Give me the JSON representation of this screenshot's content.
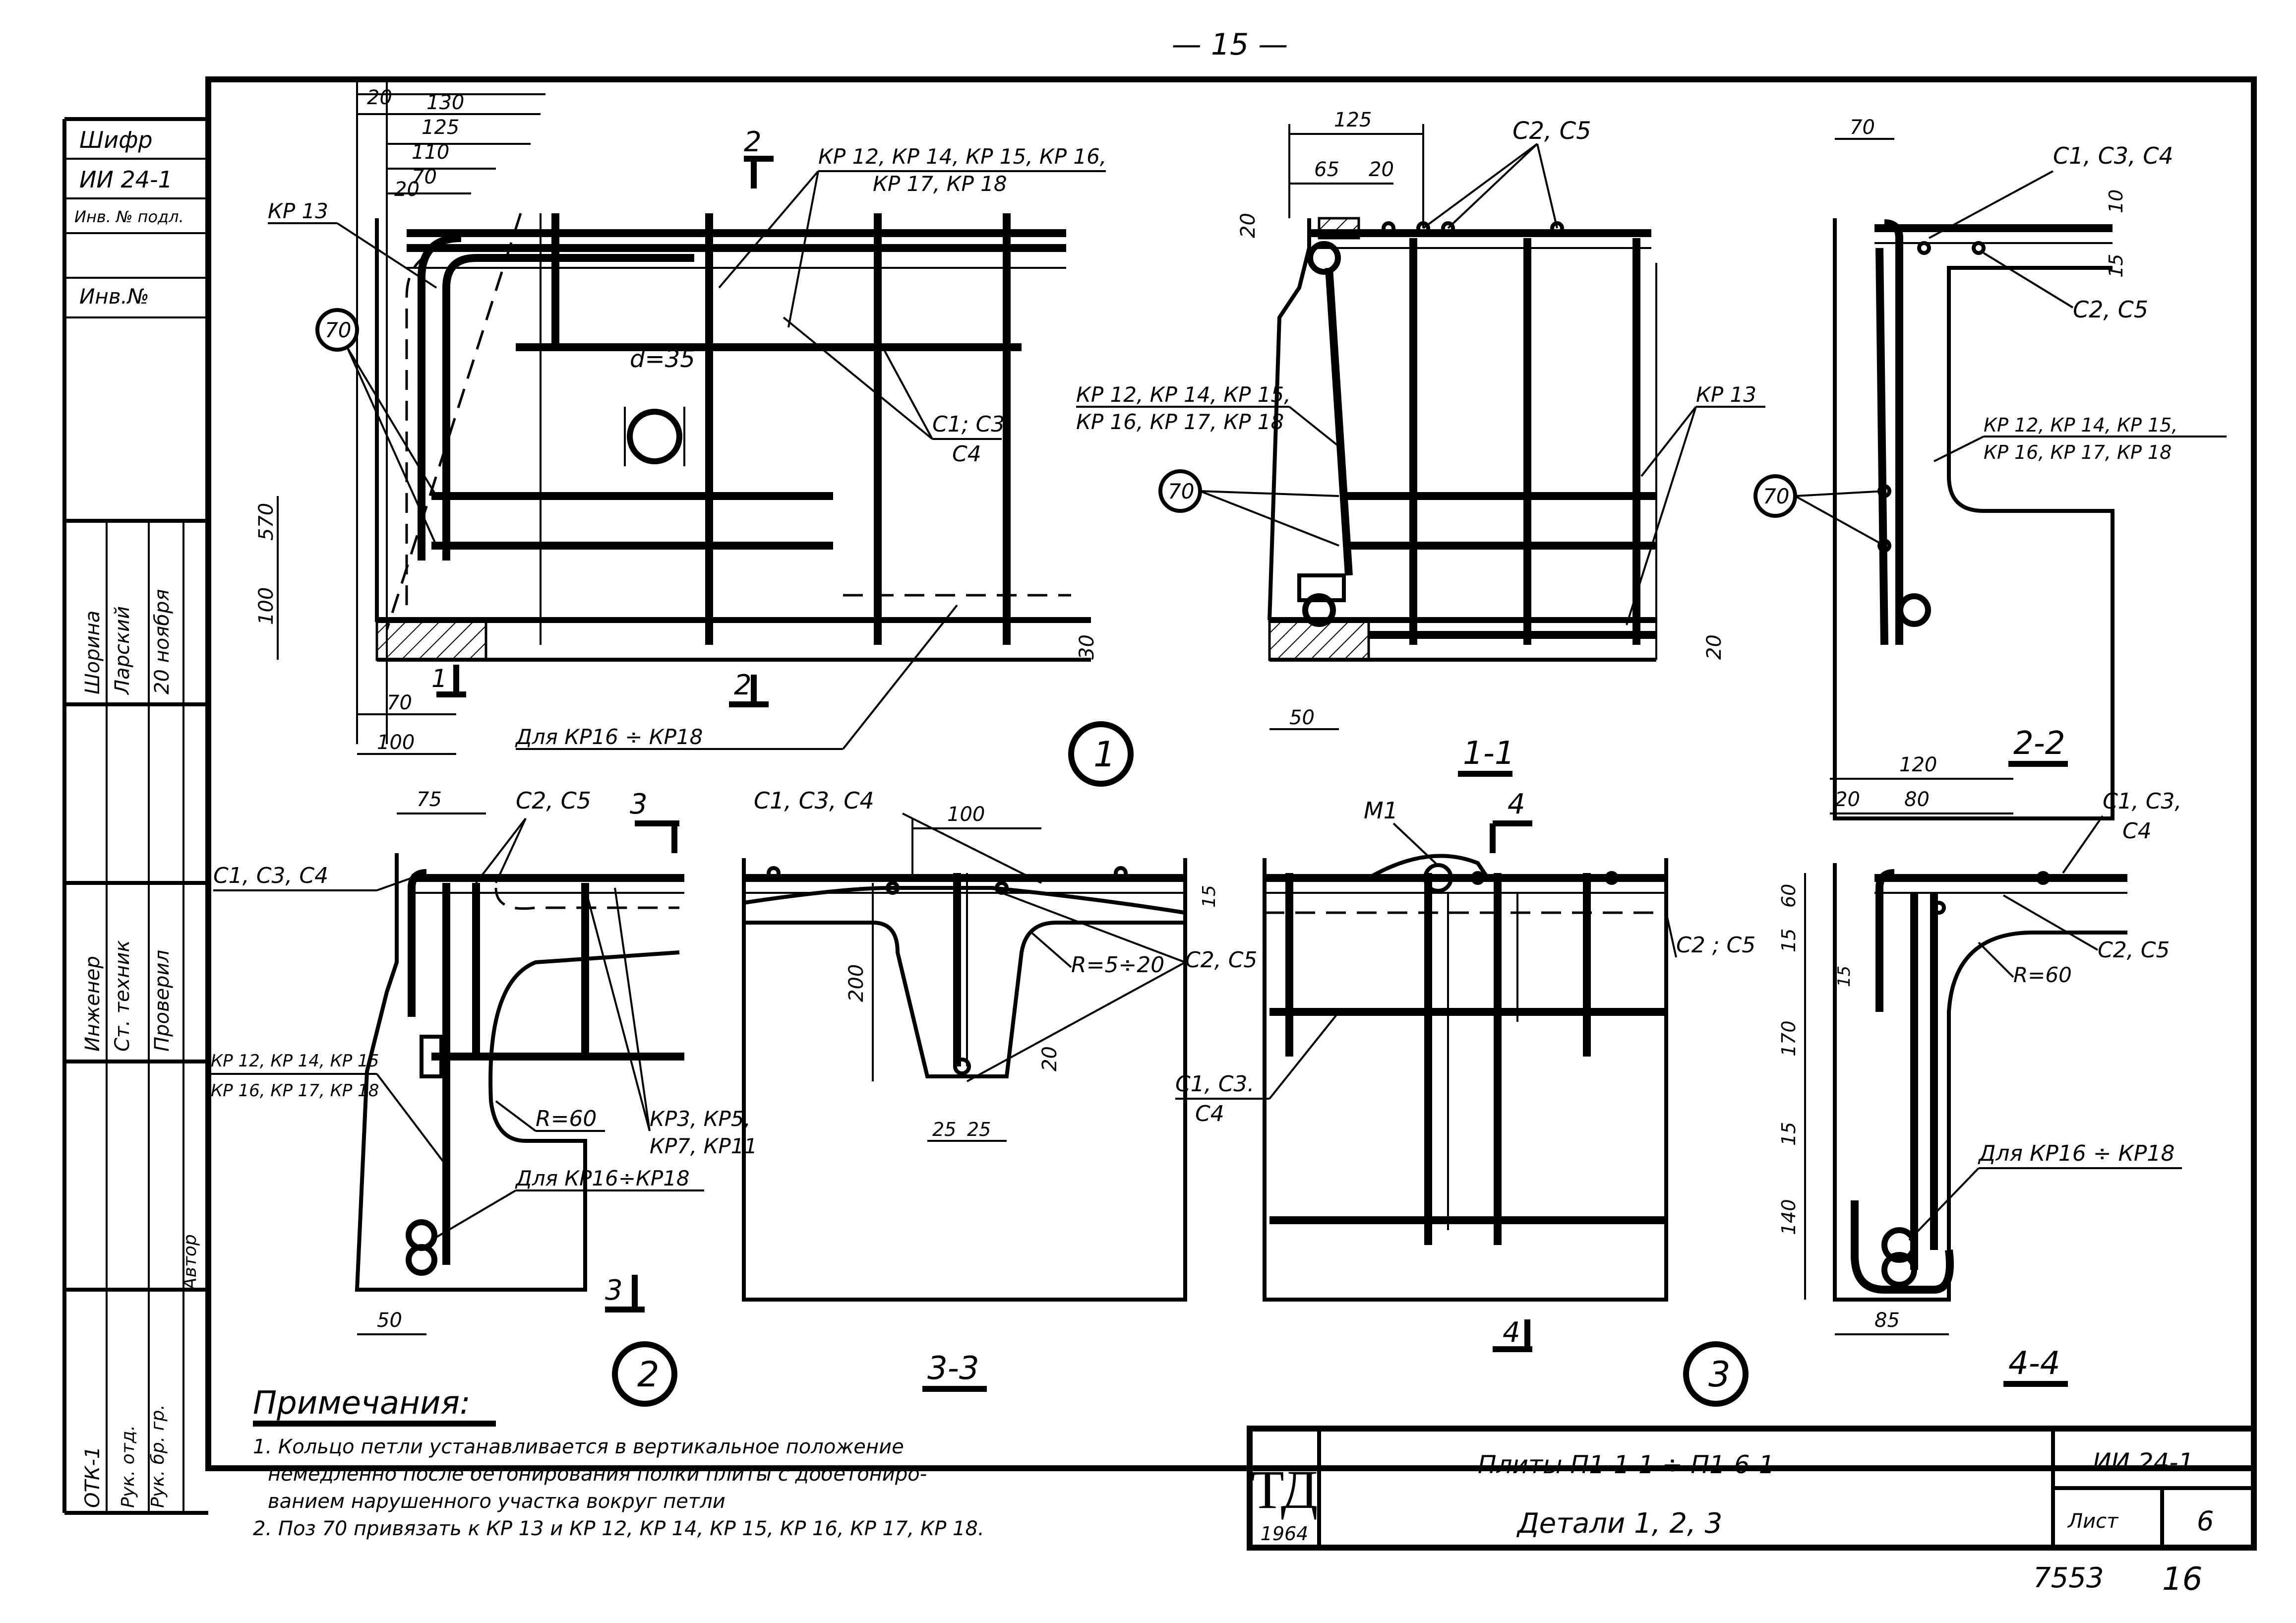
{
  "page_number": "— 15 —",
  "stamp": {
    "cipher_label": "Шифр",
    "cipher_value": "ИИ 24-1",
    "inv_orig_label": "Инв. № подл.",
    "inv_label": "Инв.№",
    "roles": [
      {
        "role": "Шорина",
        "text": "Ларский",
        "extra": "20 ноября"
      },
      {
        "role": "Инженер",
        "text": "Ст. техник",
        "extra": "Проверил"
      },
      {
        "role": "Рук. отд.",
        "text": "Рук. бр. гр.",
        "extra": "Автор"
      }
    ],
    "dept": "ОТК-1"
  },
  "views": {
    "view1": {
      "number": "1",
      "dims": [
        "20",
        "130",
        "125",
        "110",
        "70",
        "20",
        "570",
        "100",
        "70",
        "100",
        "30"
      ],
      "labels": {
        "kr_top": "КР 12, КР 14, КР 15, КР 16,",
        "kr_top2": "КР 17, КР 18",
        "kr13": "КР 13",
        "c1": "С1; С3.",
        "c4": "С4",
        "hole": "d=35",
        "circle70": "70",
        "note_kr": "Для КР16 ÷ КР18",
        "sec2": "2",
        "sec1": "1"
      }
    },
    "view1_1": {
      "title": "1-1",
      "dims": [
        "125",
        "65",
        "20",
        "20",
        "50",
        "20"
      ],
      "labels": {
        "c2": "С2, С5",
        "kr_list1": "КР 12, КР 14, КР 15,",
        "kr_list2": "КР 16, КР 17, КР 18",
        "kr13": "КР 13",
        "circle70": "70"
      }
    },
    "view2_2": {
      "title": "2-2",
      "dims": [
        "70",
        "10",
        "15"
      ],
      "labels": {
        "c1": "С1, С3, С4",
        "c2": "С2, С5",
        "kr_list1": "КР 12, КР 14, КР 15,",
        "kr_list2": "КР 16, КР 17, КР 18",
        "circle70": "70"
      }
    },
    "view2": {
      "number": "2",
      "dims": [
        "75",
        "50"
      ],
      "labels": {
        "c2": "С2, С5",
        "c1": "С1, С3, С4",
        "kr_list1": "КР 12, КР 14, КР 15",
        "kr_list2": "КР 16, КР 17, КР 18",
        "r": "R=60",
        "kr3": "КР3, КР5,",
        "kr7": "КР7, КР11",
        "note_kr": "Для КР16÷КР18",
        "sec3": "3"
      }
    },
    "view3_3": {
      "title": "3-3",
      "dims": [
        "100",
        "200",
        "20",
        "25",
        "25",
        "15"
      ],
      "labels": {
        "c1": "С1, С3, С4",
        "r": "R=5÷20",
        "c2": "С2, С5"
      }
    },
    "view3": {
      "number": "3",
      "labels": {
        "m1": "М1",
        "c2": "С2 ; С5",
        "c1": "С1, С3.",
        "c4": "С4",
        "sec4": "4"
      }
    },
    "view4_4": {
      "title": "4-4",
      "dims": [
        "120",
        "20",
        "80",
        "60",
        "15",
        "15",
        "170",
        "15",
        "140",
        "85"
      ],
      "labels": {
        "c1": "С1, С3,",
        "c4": "С4",
        "c2": "С2, С5",
        "r": "R=60",
        "note_kr": "Для КР16 ÷ КР18"
      }
    }
  },
  "notes": {
    "heading": "Примечания:",
    "line1": "1. Кольцо петли устанавливается в вертикальное положение",
    "line2": "немедленно после бетонирования полки плиты с добетониро-",
    "line3": "ванием нарушенного участка вокруг петли",
    "line4": "2. Поз 70 привязать к КР 13 и КР 12, КР 14, КР 15, КР 16, КР 17, КР 18."
  },
  "title_block": {
    "logo": "ТД",
    "year": "1964",
    "product": "Плиты П1-1-1 ÷ П1-6-1",
    "sheet_title": "Детали 1, 2, 3",
    "code": "ИИ 24-1",
    "sheet_label": "Лист",
    "sheet_no": "6"
  },
  "footer": {
    "archive_no": "7553",
    "page": "16"
  }
}
